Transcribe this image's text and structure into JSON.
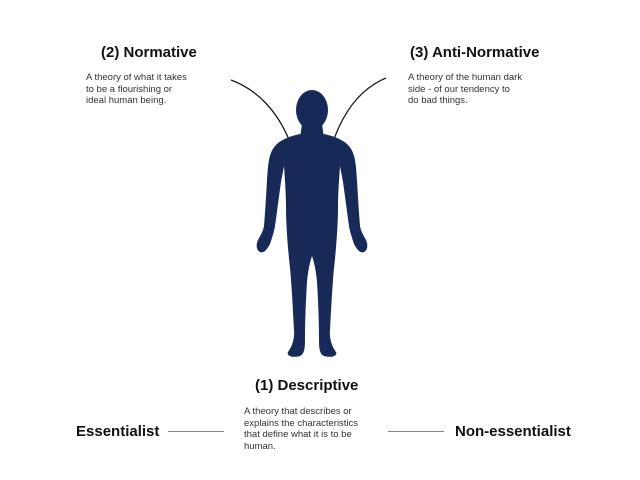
{
  "normative": {
    "title": "(2) Normative",
    "lines": [
      "A theory of what it takes",
      "to be a flourishing or",
      "ideal human being."
    ]
  },
  "anti_normative": {
    "title": "(3) Anti-Normative",
    "lines": [
      "A theory of the human dark",
      "side - of our tendency to",
      "do bad things."
    ]
  },
  "descriptive": {
    "title": "(1) Descriptive",
    "lines": [
      "A theory that describes or",
      "explains the characteristics",
      "that define what it is to be",
      "human."
    ]
  },
  "spectrum": {
    "left": "Essentialist",
    "right": "Non-essentialist"
  },
  "colors": {
    "figure": "#172a57",
    "connector": "#1a1a1a",
    "rule": "#8a8a8a"
  },
  "icons": {
    "figure": "human-silhouette-icon"
  }
}
